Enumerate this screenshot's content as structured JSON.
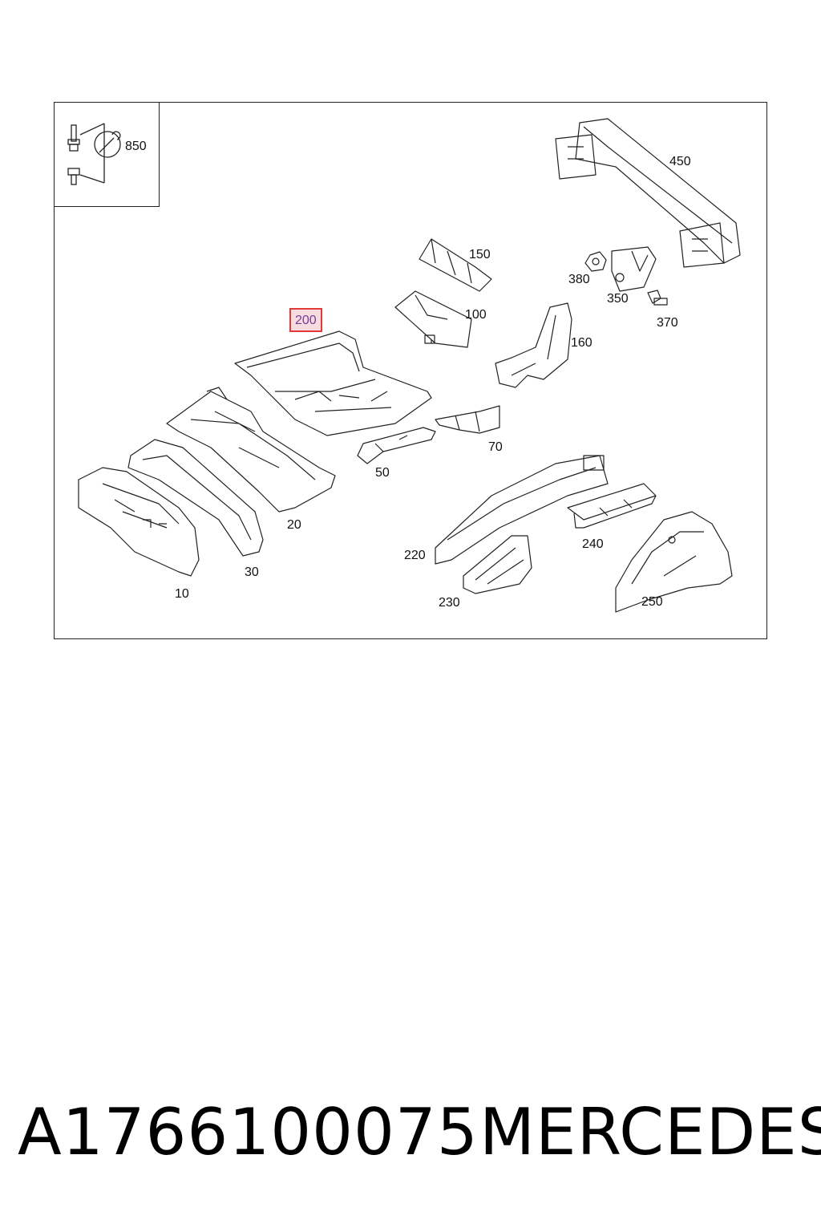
{
  "diagram": {
    "legend_label": "850",
    "callouts": [
      {
        "id": "450",
        "label": "450",
        "highlighted": false
      },
      {
        "id": "150",
        "label": "150",
        "highlighted": false
      },
      {
        "id": "380",
        "label": "380",
        "highlighted": false
      },
      {
        "id": "350",
        "label": "350",
        "highlighted": false
      },
      {
        "id": "370",
        "label": "370",
        "highlighted": false
      },
      {
        "id": "100",
        "label": "100",
        "highlighted": false
      },
      {
        "id": "200",
        "label": "200",
        "highlighted": true
      },
      {
        "id": "160",
        "label": "160",
        "highlighted": false
      },
      {
        "id": "70",
        "label": "70",
        "highlighted": false
      },
      {
        "id": "50",
        "label": "50",
        "highlighted": false
      },
      {
        "id": "20",
        "label": "20",
        "highlighted": false
      },
      {
        "id": "30",
        "label": "30",
        "highlighted": false
      },
      {
        "id": "10",
        "label": "10",
        "highlighted": false
      },
      {
        "id": "220",
        "label": "220",
        "highlighted": false
      },
      {
        "id": "240",
        "label": "240",
        "highlighted": false
      },
      {
        "id": "230",
        "label": "230",
        "highlighted": false
      },
      {
        "id": "250",
        "label": "250",
        "highlighted": false
      }
    ]
  },
  "footer": {
    "part_number": "A1766100075",
    "brand": "MERCEDES"
  }
}
